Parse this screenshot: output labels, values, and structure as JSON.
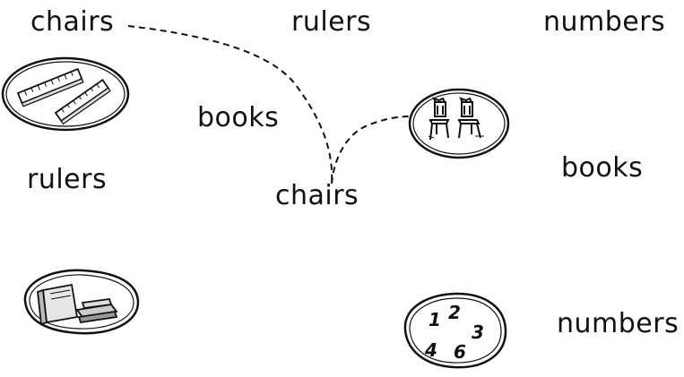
{
  "words": {
    "top_left": "chairs",
    "top_center": "rulers",
    "top_right": "numbers",
    "middle_left_books": "books",
    "left_rulers": "rulers",
    "center_chairs": "chairs",
    "right_books": "books",
    "bottom_right_numbers": "numbers"
  },
  "pictures": {
    "rulers_plate": "rulers-picture-icon",
    "chairs_plate": "chairs-picture-icon",
    "books_plate": "books-picture-icon",
    "numbers_plate": {
      "icon": "numbers-picture-icon",
      "digits": [
        "1",
        "2",
        "3",
        "4",
        "6"
      ]
    }
  },
  "connector": {
    "style": "dashed",
    "from": "chairs",
    "to": "chairs-picture-icon"
  },
  "colors": {
    "ink": "#111111",
    "background": "#ffffff"
  }
}
